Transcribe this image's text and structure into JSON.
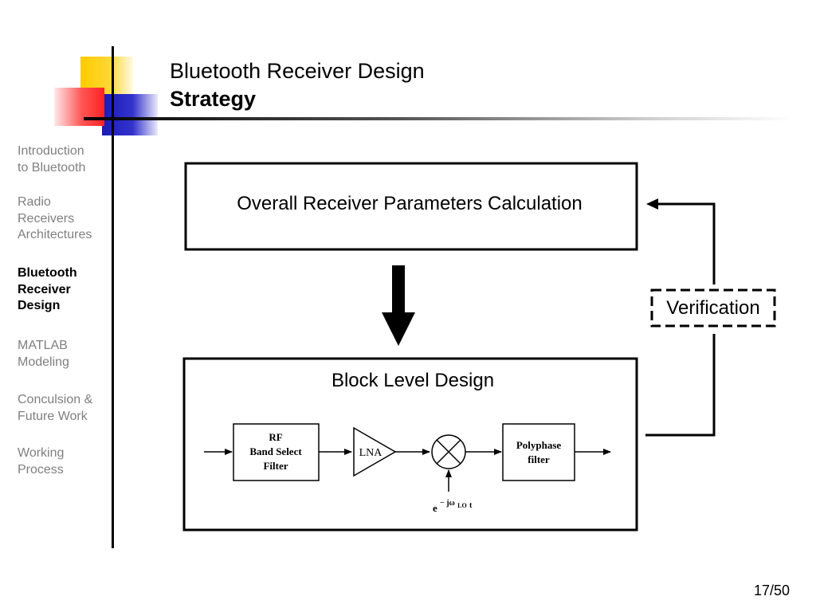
{
  "slide": {
    "title": "Bluetooth Receiver Design",
    "subtitle": "Strategy",
    "page_number": "17/50"
  },
  "sidebar": {
    "items": [
      {
        "label": "Introduction\nto Bluetooth",
        "active": false
      },
      {
        "label": "Radio\nReceivers\nArchitectures",
        "active": false
      },
      {
        "label": "Bluetooth\nReceiver\nDesign",
        "active": true
      },
      {
        "label": "MATLAB\nModeling",
        "active": false
      },
      {
        "label": "Conculsion &\nFuture Work",
        "active": false
      },
      {
        "label": "Working\nProcess",
        "active": false
      }
    ]
  },
  "diagram": {
    "top_box_label": "Overall Receiver Parameters Calculation",
    "verification_label": "Verification",
    "bottom_box_label": "Block Level Design",
    "blocks": {
      "rf_filter": [
        "RF",
        "Band Select",
        "Filter"
      ],
      "lna": "LNA",
      "polyphase": [
        "Polyphase",
        "filter"
      ],
      "lo_signal_base": "e",
      "lo_signal_exp": "− jω",
      "lo_signal_sub": "LO",
      "lo_signal_tail": "t"
    }
  },
  "colors": {
    "deco_yellow": "#ffcc00",
    "deco_red": "#ff3333",
    "deco_blue": "#2222cc",
    "inactive_nav": "#7f7f7f"
  }
}
